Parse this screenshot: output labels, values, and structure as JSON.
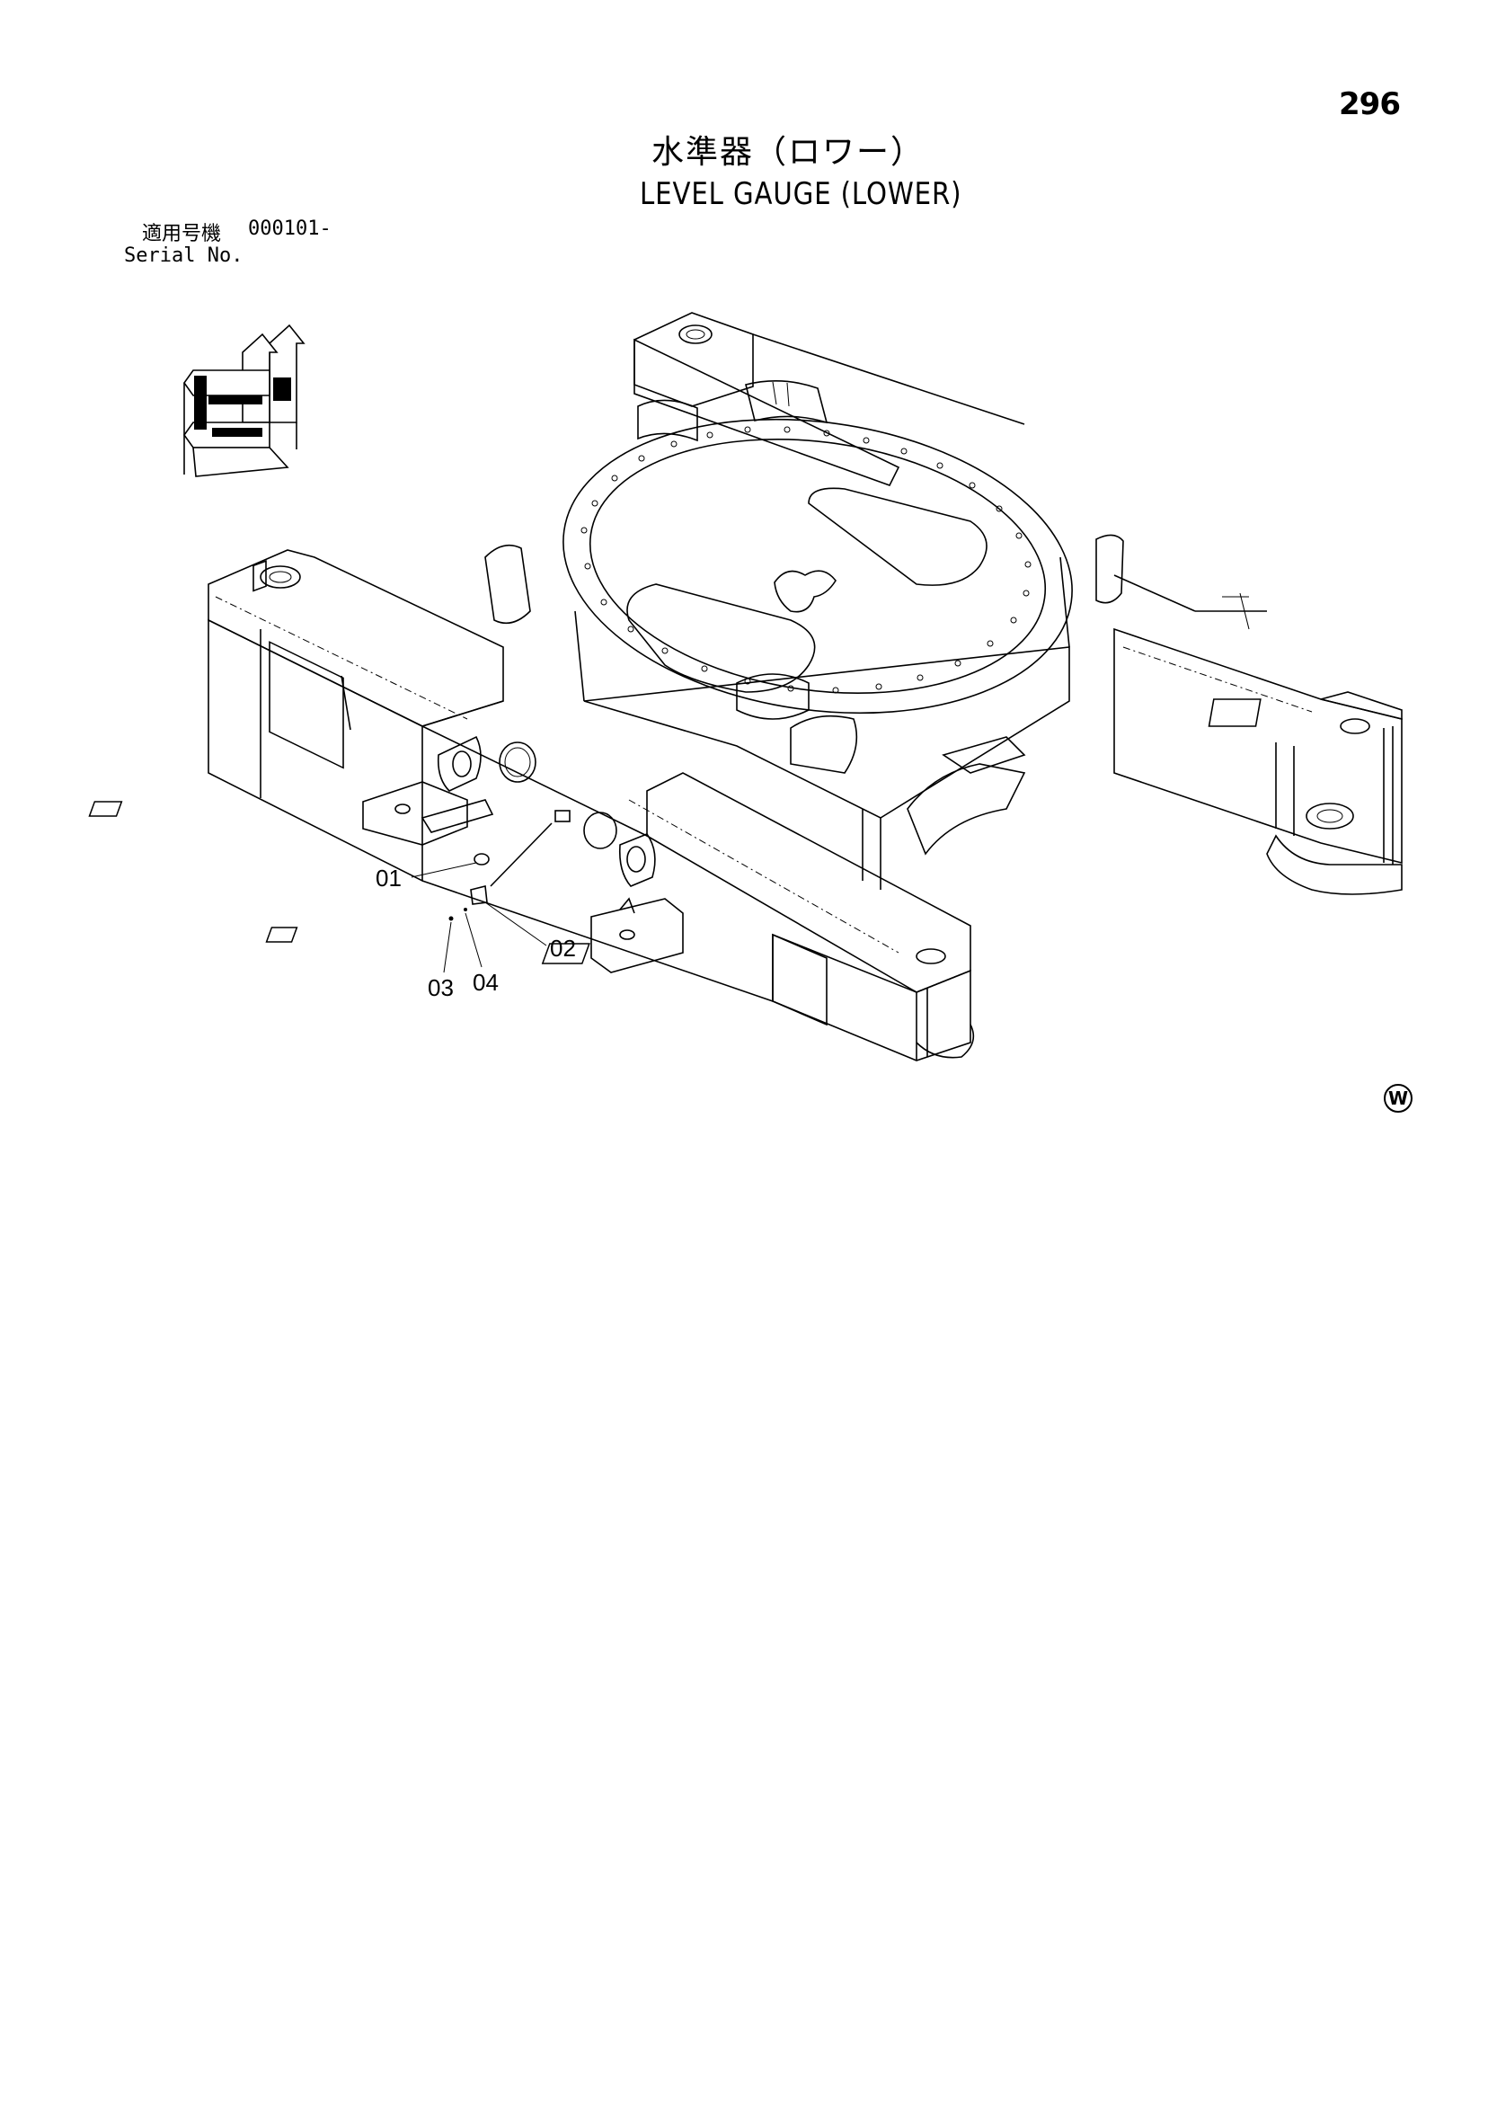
{
  "page": {
    "number": "296",
    "title_ja": "水準器（ロワー）",
    "title_en": "LEVEL GAUGE (LOWER)"
  },
  "serial": {
    "label_ja": "適用号機",
    "code": "000101-",
    "label_en": "Serial No."
  },
  "callouts": {
    "c01": "01",
    "c02": "02",
    "c03": "03",
    "c04": "04"
  },
  "mark": "W",
  "icons": {
    "orientation": "orientation-arrows-icon",
    "mark": "w-circle-icon"
  }
}
